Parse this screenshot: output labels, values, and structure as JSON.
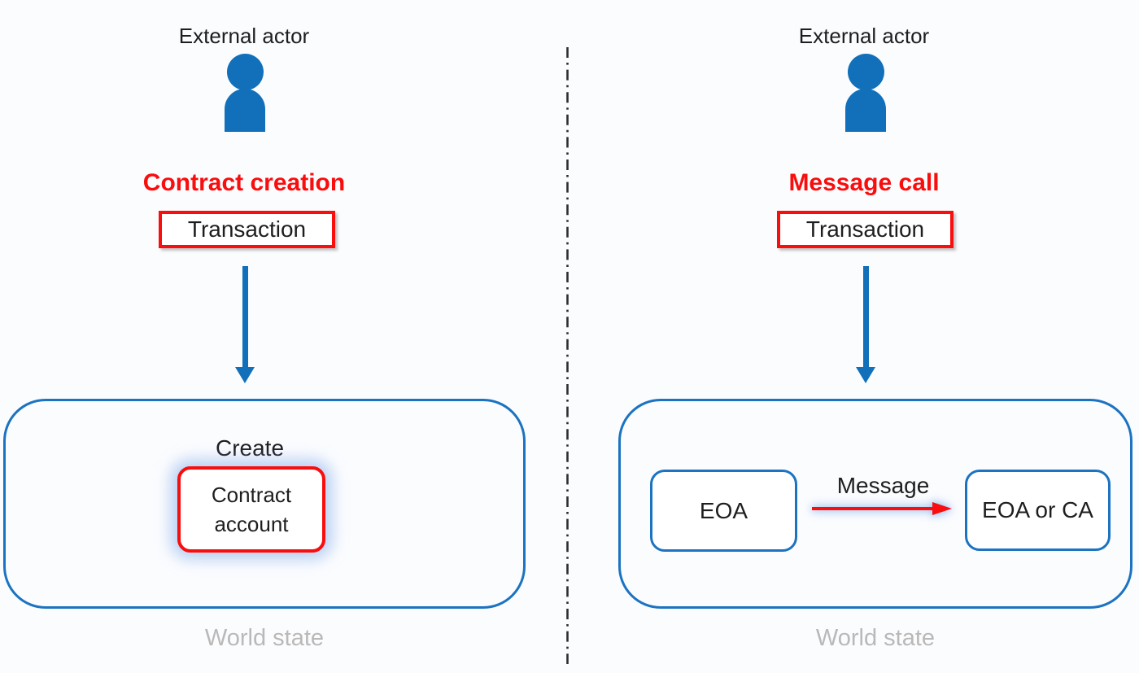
{
  "colors": {
    "blue": "#1170B9",
    "border_blue": "#1B73C1",
    "red": "#F90D0D",
    "caption_gray": "#B9B9B9",
    "background": "#FBFCFE",
    "glow_blue": "rgba(125,170,235,0.55)"
  },
  "left_panel": {
    "actor_label": "External actor",
    "actor_icon": "person-icon",
    "heading": "Contract creation",
    "transaction_label": "Transaction",
    "arrow_icon": "down-arrow-icon",
    "world_state": {
      "action_label": "Create",
      "account_box_label": "Contract account",
      "caption": "World state"
    }
  },
  "divider_icon": "dash-dot-vertical-divider",
  "right_panel": {
    "actor_label": "External actor",
    "actor_icon": "person-icon",
    "heading": "Message call",
    "transaction_label": "Transaction",
    "arrow_icon": "down-arrow-icon",
    "world_state": {
      "source_box_label": "EOA",
      "message_label": "Message",
      "message_arrow_icon": "red-right-arrow-icon",
      "target_box_label": "EOA or CA",
      "caption": "World state"
    }
  }
}
